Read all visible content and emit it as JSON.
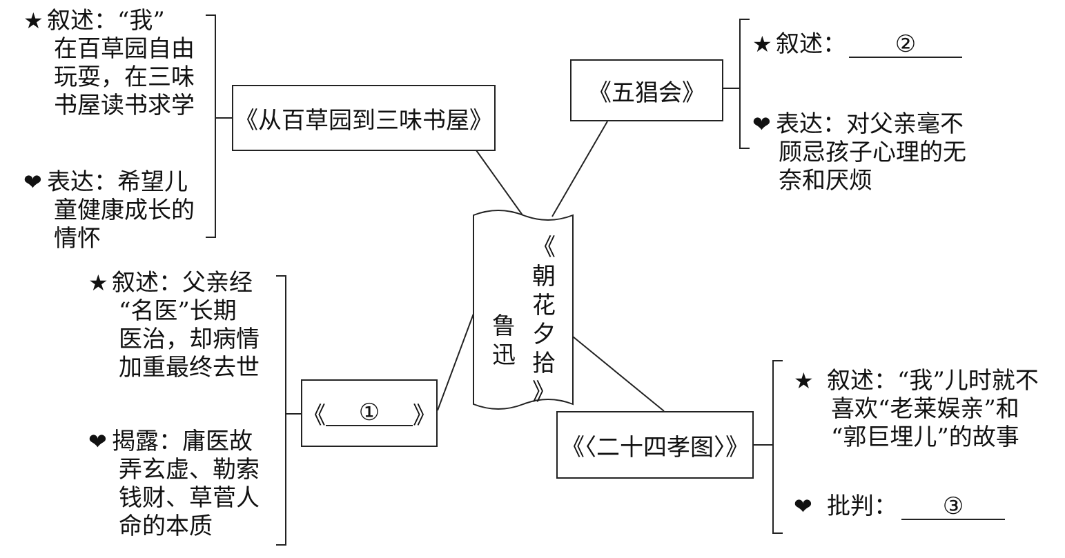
{
  "center": {
    "title_chars": [
      "《",
      "朝",
      "花",
      "夕",
      "拾",
      "》"
    ],
    "author_chars": [
      "鲁",
      "迅"
    ]
  },
  "branches": {
    "top_left": {
      "title": "《从百草园到三味书屋》",
      "narrate": {
        "icon": "star-icon",
        "label": "叙述：",
        "lines": [
          "“我”",
          "在百草园自由",
          "玩耍，在三味",
          "书屋读书求学"
        ]
      },
      "express": {
        "icon": "heart-icon",
        "label": "表达：",
        "lines": [
          "希望儿",
          "童健康成长的",
          "情怀"
        ]
      }
    },
    "top_right": {
      "title": "《五猖会》",
      "narrate": {
        "icon": "star-icon",
        "label": "叙述：",
        "blank": "②"
      },
      "express": {
        "icon": "heart-icon",
        "label": "表达：",
        "lines": [
          "对父亲毫不",
          "顾忌孩子心理的无",
          "奈和厌烦"
        ]
      }
    },
    "bottom_left": {
      "title_open": "《",
      "title_blank": "①",
      "title_close": "》",
      "narrate": {
        "icon": "star-icon",
        "label": "叙述：",
        "lines": [
          "父亲经",
          "“名医”长期",
          "医治，却病情",
          "加重最终去世"
        ]
      },
      "reveal": {
        "icon": "heart-icon",
        "label": "揭露：",
        "lines": [
          "庸医故",
          "弄玄虚、勒索",
          "钱财、草菅人",
          "命的本质"
        ]
      }
    },
    "bottom_right": {
      "title": "《〈二十四孝图〉》",
      "narrate": {
        "icon": "star-icon",
        "label": "叙述：",
        "lines": [
          "“我”儿时就不",
          "喜欢“老莱娱亲”和",
          "“郭巨埋儿”的故事"
        ]
      },
      "critique": {
        "icon": "heart-icon",
        "label": "批判：",
        "blank": "③"
      }
    }
  },
  "colors": {
    "ink": "#111111",
    "background": "#ffffff"
  }
}
